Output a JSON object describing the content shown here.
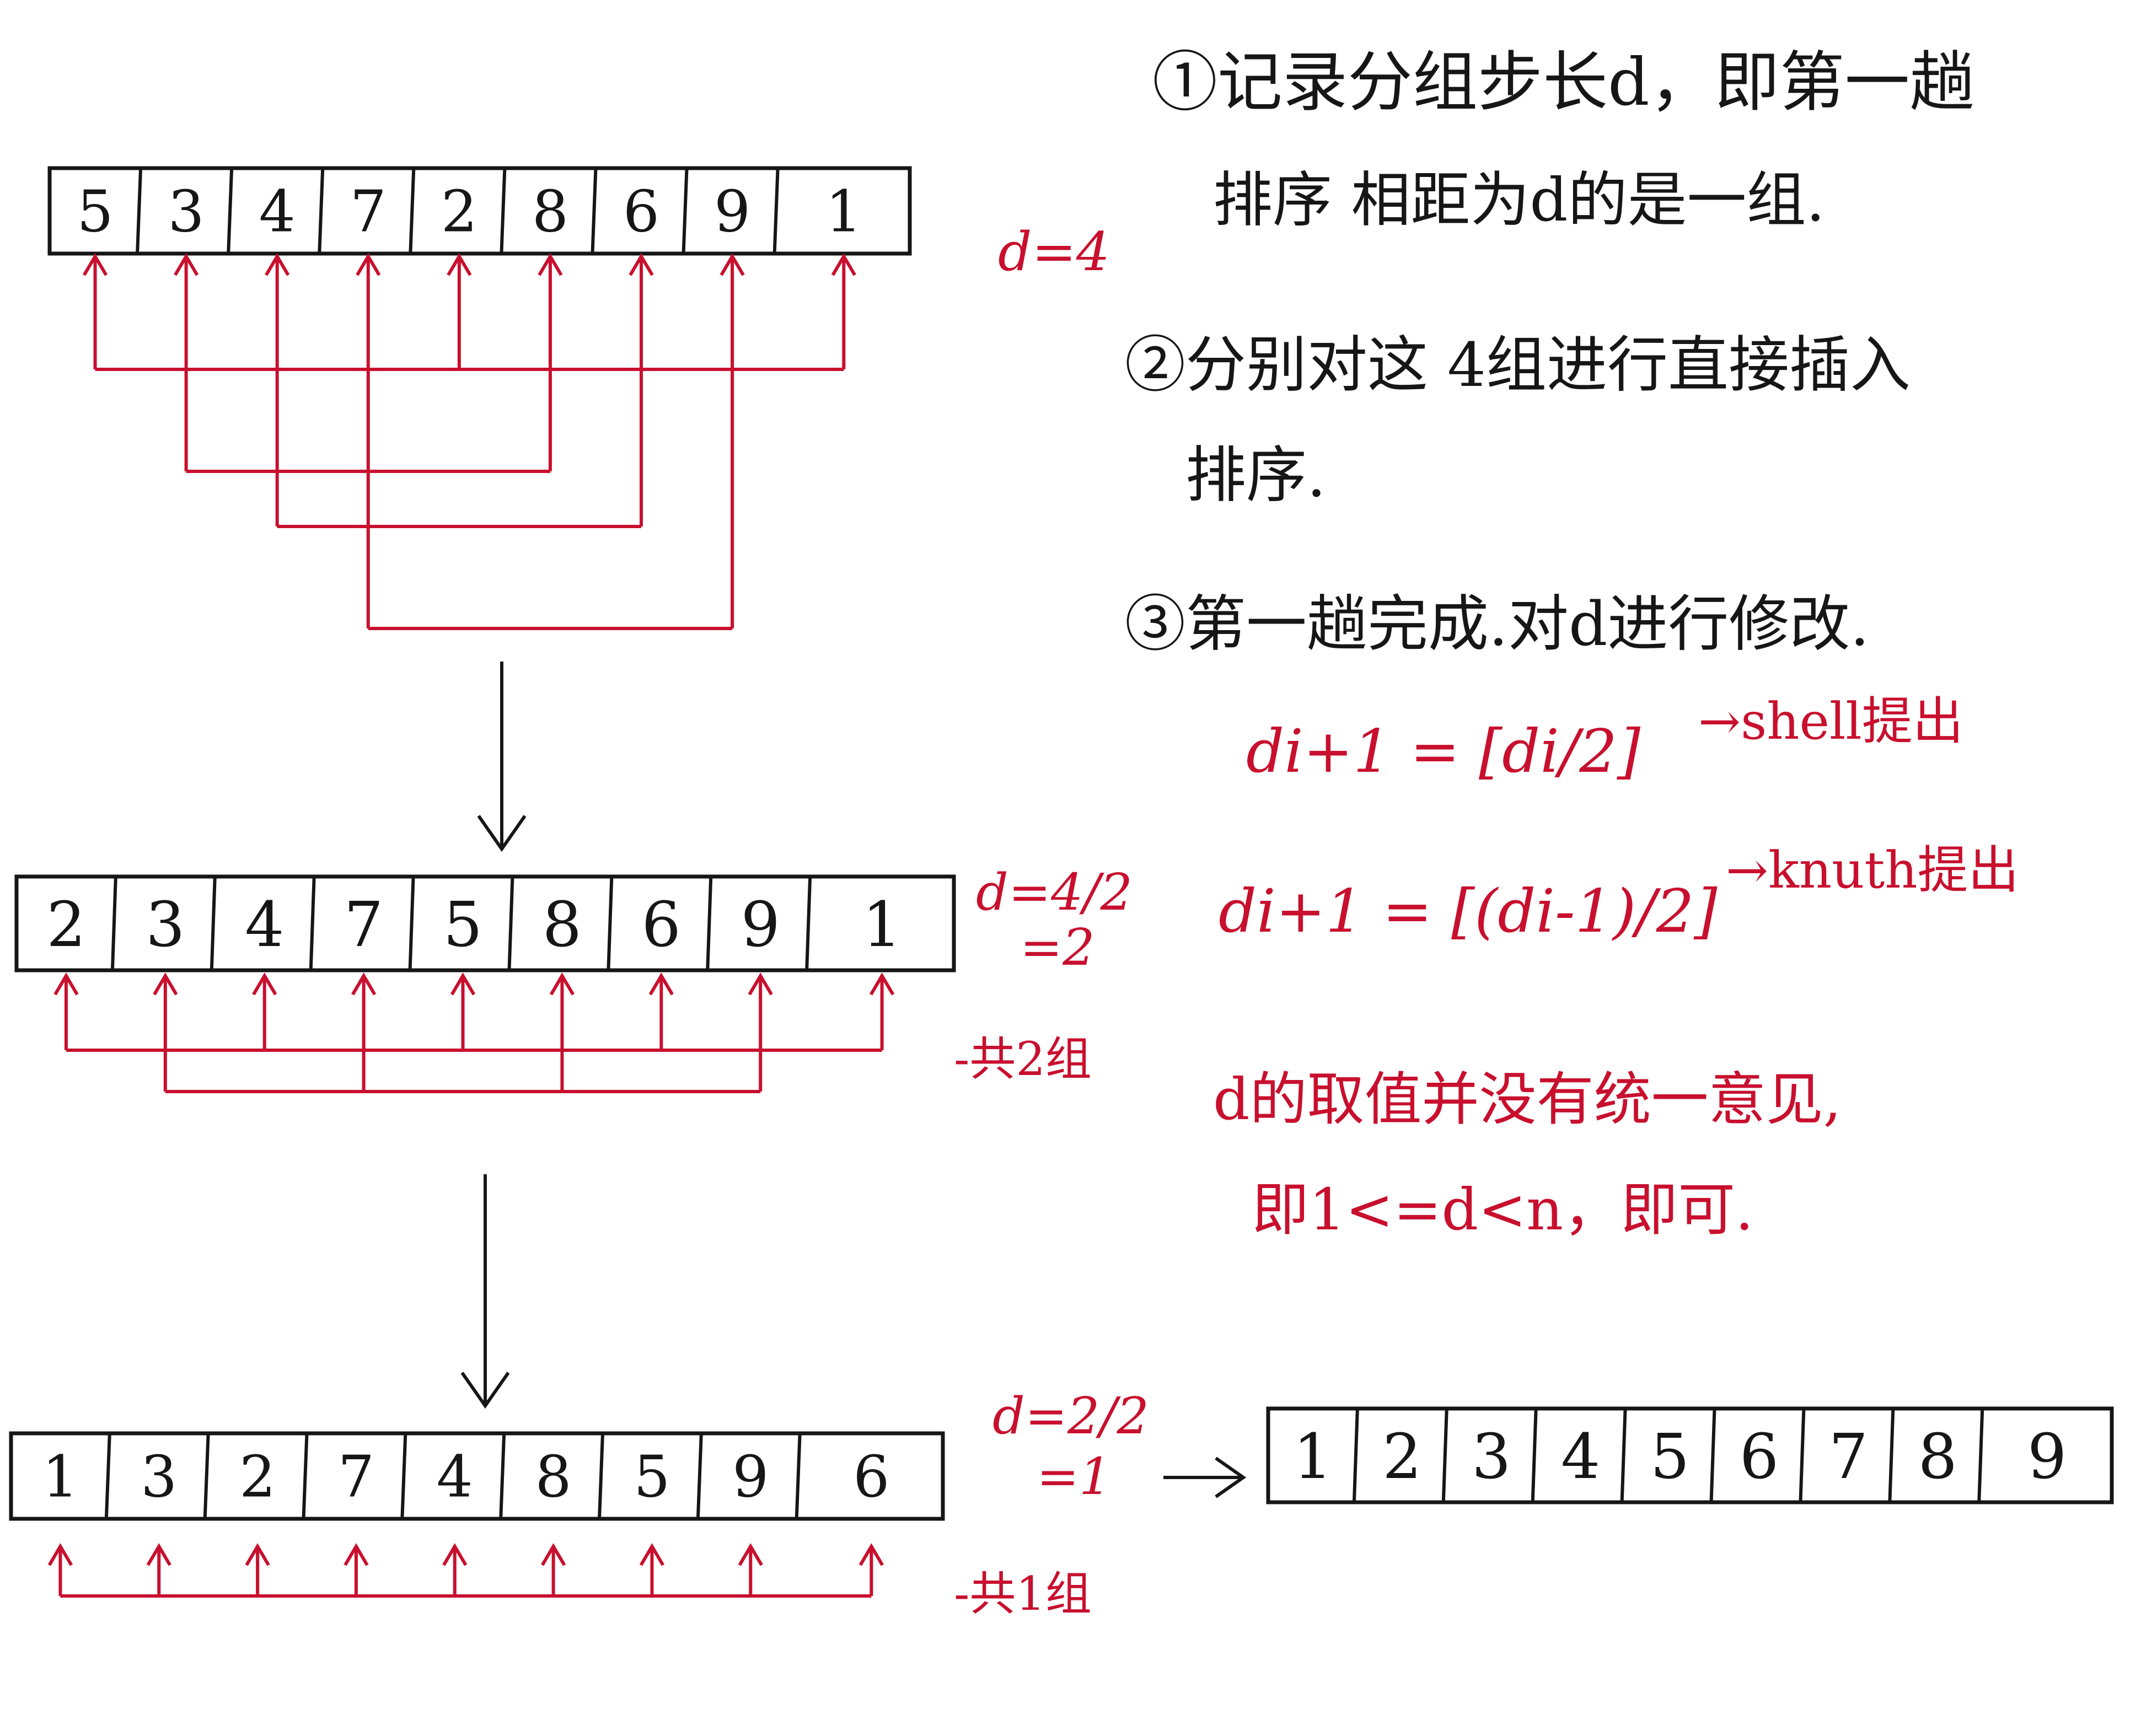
{
  "colors": {
    "ink": "#161616",
    "pen_red": "#c8102e",
    "paper": "#ffffff"
  },
  "arrays": {
    "row1": [
      "5",
      "3",
      "4",
      "7",
      "2",
      "8",
      "6",
      "9",
      "1"
    ],
    "row2": [
      "2",
      "3",
      "4",
      "7",
      "5",
      "8",
      "6",
      "9",
      "1"
    ],
    "row3": [
      "1",
      "3",
      "2",
      "7",
      "4",
      "8",
      "5",
      "9",
      "6"
    ],
    "result": [
      "1",
      "2",
      "3",
      "4",
      "5",
      "6",
      "7",
      "8",
      "9"
    ]
  },
  "labels": {
    "gap1": "d=4",
    "gap2_line1": "d=4/2",
    "gap2_line2": "=2",
    "groups2": "-共2组",
    "gap3_line1": "d=2/2",
    "gap3_line2": "=1",
    "groups3": "-共1组",
    "result_arrow": "→"
  },
  "notes": {
    "step1_line1": "①记录分组步长d，即第一趟",
    "step1_line2": "排序 相距为d的是一组.",
    "step2_line1": "②分别对这 4组进行直接插入",
    "step2_line2": "排序.",
    "step3_line1": "③第一趟完成.对d进行修改.",
    "formula1": "di+1 = [di/2]",
    "formula1_source": "→shell提出",
    "formula2": "di+1 = [(di-1)/2]",
    "formula2_source": "→knuth提出",
    "remark_line1": "d的取值并没有统一意见,",
    "remark_line2": "即1<=d<n，即可."
  }
}
